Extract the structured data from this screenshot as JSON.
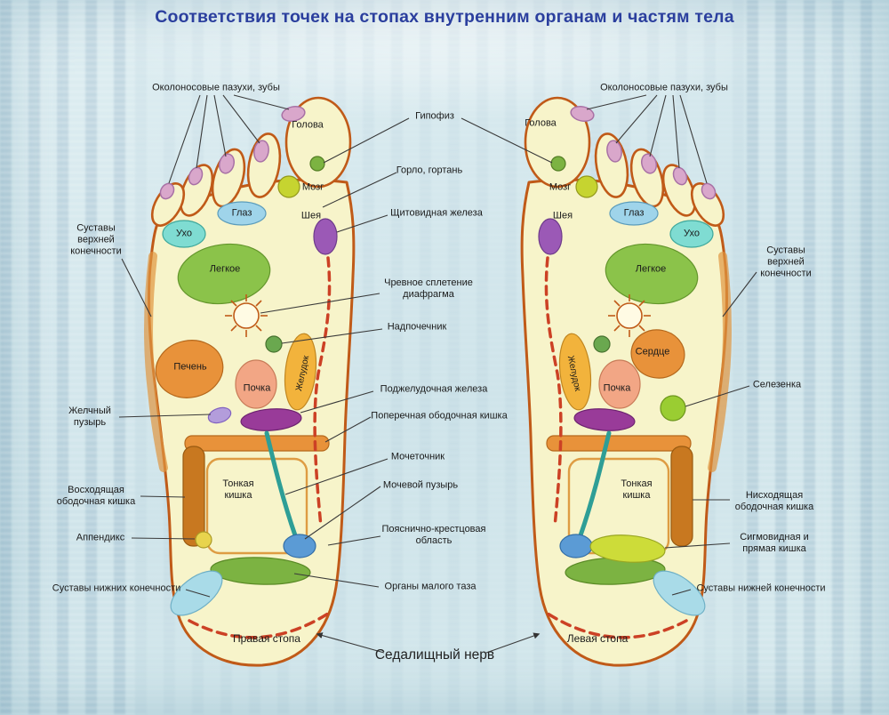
{
  "title": "Соответствия точек на стопах внутренним органам и частям тела",
  "feet": {
    "right_foot_caption": "Правая стопа",
    "left_foot_caption": "Левая стопа"
  },
  "zones": {
    "head": "Голова",
    "brain": "Мозг",
    "eye": "Глаз",
    "ear": "Ухо",
    "neck": "Шея",
    "lung": "Легкое",
    "liver": "Печень",
    "heart": "Сердце",
    "kidney": "Почка",
    "stomach": "Желудок",
    "small_intestine": "Тонкая кишка"
  },
  "labels_left": {
    "sinuses": "Околоносовые пазухи, зубы",
    "upper_limb_joints": "Суставы верхней конечности",
    "gallbladder": "Желчный пузырь",
    "ascending_colon": "Восходящая ободочная кишка",
    "appendix": "Аппендикс",
    "lower_limb_joints": "Суставы нижних конечности"
  },
  "labels_center": {
    "pituitary": "Гипофиз",
    "throat": "Горло, гортань",
    "thyroid": "Щитовидная железа",
    "celiac_plexus": "Чревное сплетение диафрагма",
    "adrenal": "Надпочечник",
    "pancreas": "Поджелудочная железа",
    "transverse_colon": "Поперечная ободочная кишка",
    "ureter": "Мочеточник",
    "bladder": "Мочевой пузырь",
    "lumbosacral": "Пояснично-крестцовая область",
    "pelvic_organs": "Органы малого таза",
    "sciatic_nerve": "Седалищный нерв"
  },
  "labels_right": {
    "sinuses": "Околоносовые пазухи, зубы",
    "upper_limb_joints": "Суставы верхней конечности",
    "spleen": "Селезенка",
    "descending_colon": "Нисходящая ободочная кишка",
    "sigmoid_rectum": "Сигмовидная и прямая кишка",
    "lower_limb_joints": "Суставы нижней конечности"
  },
  "colors": {
    "title": "#2b3f9e",
    "foot_fill": "#f7f4ca",
    "foot_outline": "#c05a18",
    "background": "#d6e9ed",
    "sciatic_line": "#cc4125"
  }
}
